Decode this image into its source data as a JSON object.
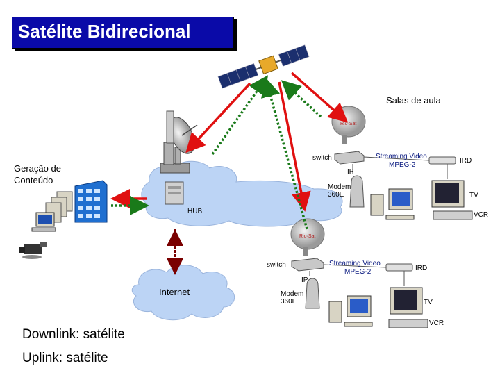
{
  "title": "Satélite Bidirecional",
  "labels": {
    "salas": "Salas de aula",
    "geracao": "Geração de\nConteúdo",
    "hub": "HUB",
    "internet": "Internet",
    "switch_top": "switch",
    "switch_bottom": "switch",
    "streaming_top": "Streaming Video",
    "mpeg_top": "MPEG-2",
    "streaming_bottom": "Streaming Video",
    "mpeg_bottom": "MPEG-2",
    "ird_top": "IRD",
    "ird_bottom": "IRD",
    "ip_top": "IP",
    "ip_bottom": "IP",
    "modem_top": "Modem\n360E",
    "modem_bottom": "Modem\n360E",
    "tv_top": "TV",
    "tv_bottom": "TV",
    "vcr_top": "VCR",
    "vcr_bottom": "VCR",
    "downlink": "Downlink: satélite",
    "uplink": "Uplink: satélite"
  },
  "colors": {
    "title_bg": "#0a0aa8",
    "red_arrow": "#e01010",
    "green_arrow": "#1a7a1a",
    "cloud": "#bcd4f5",
    "building": "#1f6fd0"
  }
}
